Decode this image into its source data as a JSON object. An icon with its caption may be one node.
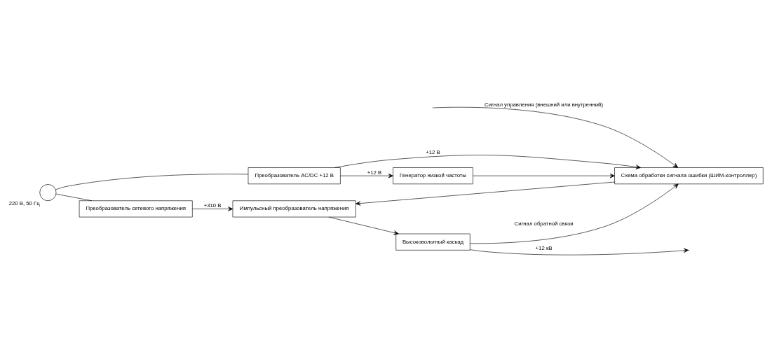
{
  "diagram": {
    "nodes": [
      {
        "text": [],
        "shape": "circle",
        "beside": [
          "220 В, 50 Гц"
        ]
      },
      {
        "text": [
          "Преобразователь сетевого напряжения"
        ]
      },
      {
        "text": [
          "Преобразователь AC/DC +12 В"
        ]
      },
      {
        "text": [
          "Генератор низкой частоты"
        ]
      },
      {
        "text": [
          "Схема обработки сигнала ошибки (ШИМ-контроллер)"
        ]
      },
      {
        "text": [
          "Импульсный преобразователь напряжения"
        ]
      },
      {
        "text": [
          "Высоковольтный каскад"
        ]
      }
    ],
    "edges": [
      {
        "from": 0,
        "to": 1,
        "arrow": "none"
      },
      {
        "from": 0,
        "to": 2,
        "arrow": "none"
      },
      {
        "from": 1,
        "to": 5,
        "arrow": "to",
        "label": "+310 В"
      },
      {
        "from": 2,
        "to": 4,
        "arrow": "to",
        "label": "+12 В"
      },
      {
        "from": 2,
        "to": 3,
        "arrow": "to",
        "label": "+12 В"
      },
      {
        "from": 3,
        "to": 4,
        "arrow": "to"
      },
      {
        "from": null,
        "to": 4,
        "arrow": "to",
        "label": "Сигнал управления (внешний или внутренний)"
      },
      {
        "from": 4,
        "to": 5,
        "arrow": "to"
      },
      {
        "from": 5,
        "to": 6,
        "arrow": "to"
      },
      {
        "from": 6,
        "to": null,
        "arrow": "to",
        "label": "+12 кВ"
      },
      {
        "from": 6,
        "to": 4,
        "arrow": "to",
        "label": "Сигнал обратной связи"
      }
    ]
  }
}
